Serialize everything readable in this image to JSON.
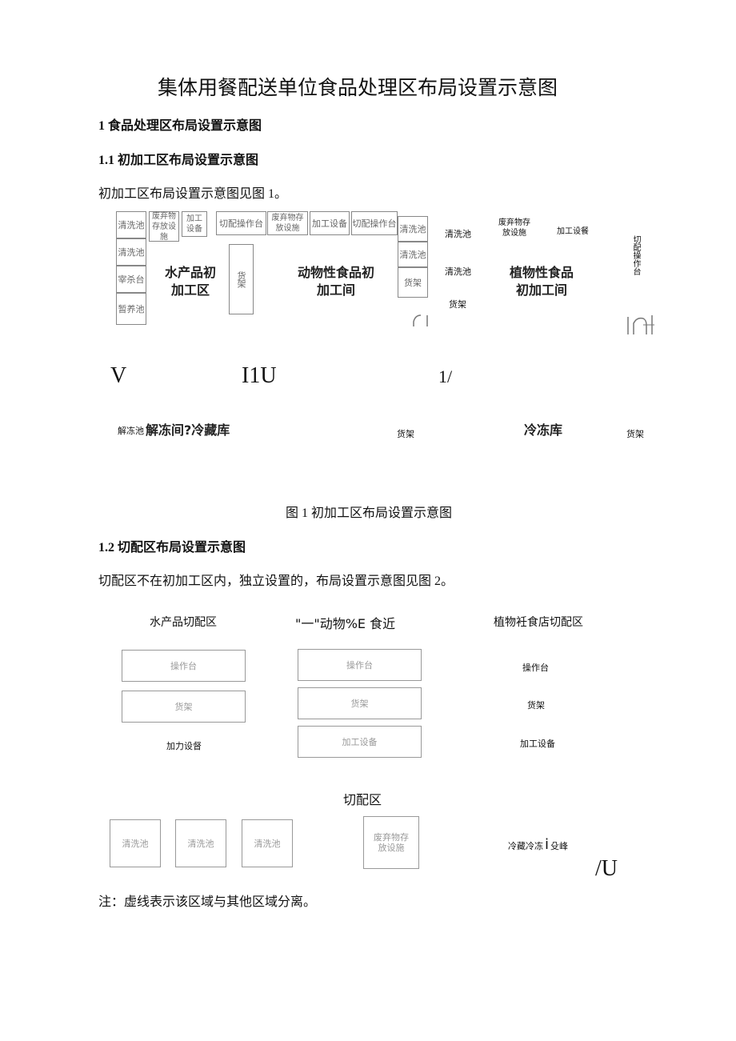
{
  "doc": {
    "title": "集体用餐配送单位食品处理区布局设置示意图",
    "h_1": "1 食品处理区布局设置示意图",
    "h_1_1": "1.1 初加工区布局设置示意图",
    "p_1_1": "初加工区布局设置示意图见图 1。",
    "fig1_caption": "图 1 初加工区布局设置示意图",
    "h_1_2": "1.2 切配区布局设置示意图",
    "p_1_2": "切配区不在初加工区内，独立设置的，布局设置示意图见图 2。",
    "note": "注：虚线表示该区域与其他区域分离。"
  },
  "fig1": {
    "left_col": [
      "清洗池",
      "清洗池",
      "宰杀台",
      "暂养池"
    ],
    "top_waste": "废弃物存放设施",
    "top_equip": "加工设备",
    "aquatic_area": "水产品初加工区",
    "shelf_vertical": "货架",
    "cut_station_1": "切配操作台",
    "waste_2": "废弃物存放设施",
    "equip_2": "加工设备",
    "cut_station_2": "切配操作台",
    "animal_area": "动物性食品初加工间",
    "right_col": [
      "清洗池",
      "清洗池",
      "货架"
    ],
    "plant_wash_1": "清洗池",
    "plant_wash_2": "清洗池",
    "plant_shelf": "货架",
    "plant_waste": "废弃物存放设施",
    "plant_equip": "加工设餐",
    "plant_area": "植物性食品初加工间",
    "plant_cut_vertical": "切配操作台",
    "glyph_v": "V",
    "glyph_i1u": "I1U",
    "glyph_slash": "1/",
    "thaw_pool": "解冻池",
    "thaw_room": "解冻间?冷藏库",
    "shelf_a": "货架",
    "freezer": "冷冻库",
    "shelf_b": "货架"
  },
  "fig2": {
    "aquatic_title": "水产品切配区",
    "aq_op": "操作台",
    "aq_shelf": "货架",
    "aq_equip": "加力设督",
    "animal_title": "\"一\"动物%E 食近",
    "an_op": "操作台",
    "an_shelf": "货架",
    "an_equip": "加工设备",
    "plant_title": "植物衽食店切配区",
    "pl_op": "操作台",
    "pl_shelf": "货架",
    "pl_equip": "加工设备",
    "cut_title": "切配区",
    "wash": [
      "清洗池",
      "清洗池",
      "清洗池"
    ],
    "waste": "废弃物存放设施",
    "cold": "冷藏冷冻",
    "cold_i": "i",
    "cold_tail": "殳峰",
    "glyph_u": "/U"
  }
}
